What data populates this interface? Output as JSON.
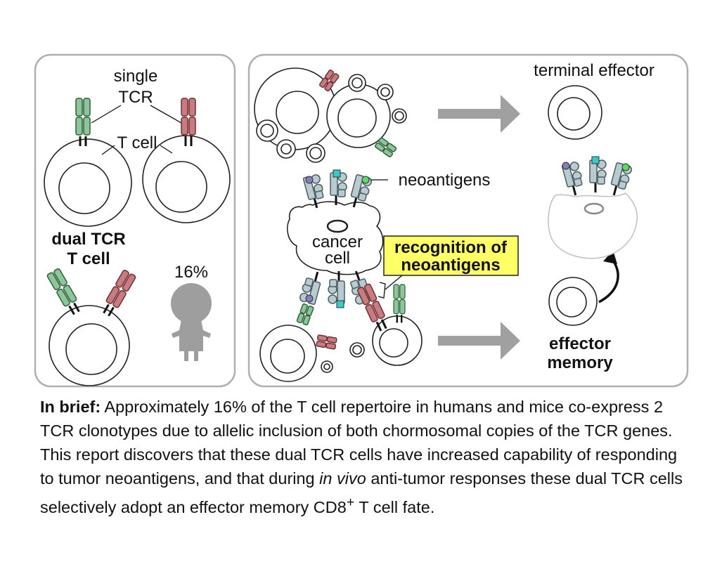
{
  "left_panel": {
    "single_tcr_label_line1": "single",
    "single_tcr_label_line2": "TCR",
    "t_cell_label": "T cell",
    "dual_tcr_label_line1": "dual TCR",
    "dual_tcr_label_line2": "T cell",
    "percent_label": "16%"
  },
  "right_panel": {
    "terminal_effector_label": "terminal effector",
    "neoantigens_label": "neoantigens",
    "cancer_cell_label_line1": "cancer",
    "cancer_cell_label_line2": "cell",
    "recognition_label_line1": "recognition of",
    "recognition_label_line2": "neoantigens",
    "effector_memory_label_line1": "effector",
    "effector_memory_label_line2": "memory"
  },
  "brief": {
    "lead": "In brief:",
    "text_part1": " Approximately 16% of the T cell repertoire in humans and mice co-express 2 TCR clonotypes due to allelic inclusion of both chormosomal copies of the TCR genes. This report discovers that these dual TCR cells have increased capability of responding to tumor neoantigens, and that during ",
    "italic": "in vivo",
    "text_part2": " anti-tumor responses these dual TCR cells selectively adopt an effector memory CD8",
    "superscript": "+",
    "text_part3": " T cell fate."
  },
  "colors": {
    "tcr_green": "#8cc79a",
    "tcr_red": "#c97b7f",
    "mhc_blue_gray": "#b8cbd0",
    "highlight_yellow": "#ffff66",
    "arrow_gray": "#a0a0a0",
    "panel_border": "#b0b0b0"
  }
}
